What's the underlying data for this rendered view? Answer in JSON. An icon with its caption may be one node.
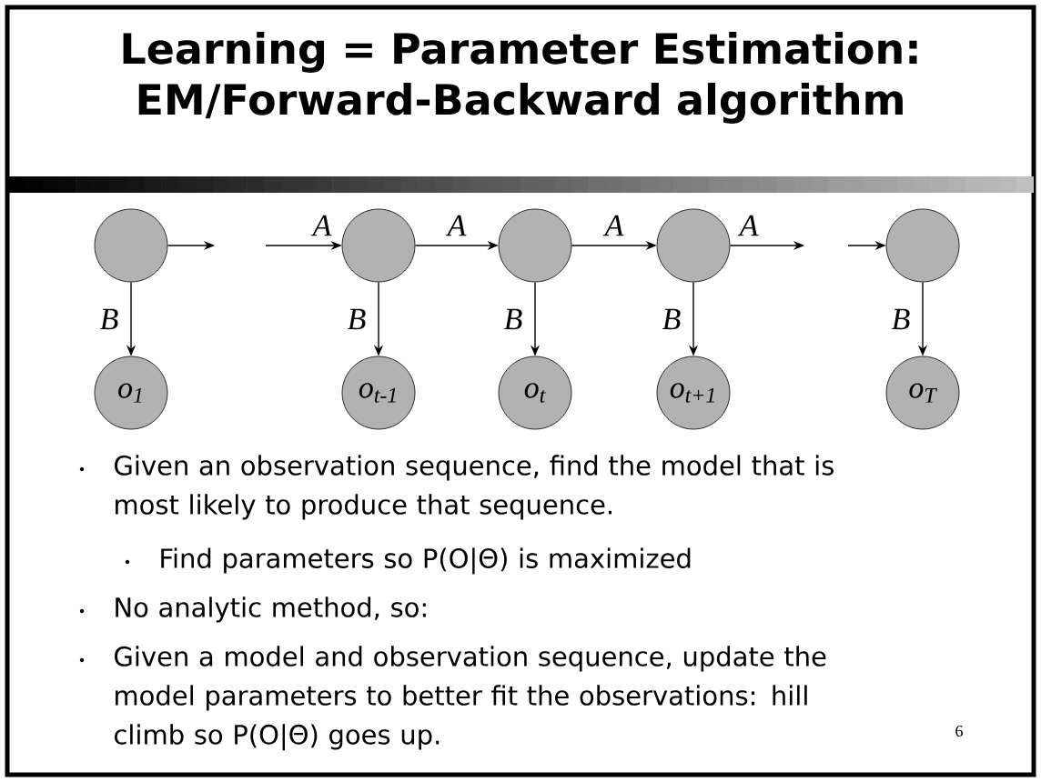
{
  "diagram": {
    "title": "Learning = Parameter Estimation: EM/Forward-Backward algorithm",
    "nodes": [
      {
        "text": [],
        "shape": "circle"
      },
      {
        "text": [],
        "shape": "circle"
      },
      {
        "text": [],
        "shape": "circle"
      },
      {
        "text": [],
        "shape": "circle"
      },
      {
        "text": [],
        "shape": "circle"
      },
      {
        "text": [
          "o$_{1}$"
        ]
      },
      {
        "text": [
          "o$_{t-1}$"
        ]
      },
      {
        "text": [
          "o$_{t}$"
        ]
      },
      {
        "text": [
          "o$_{t+1}$"
        ]
      },
      {
        "text": [
          "o$_{T}$"
        ]
      }
    ],
    "edges": [
      {
        "from": 0,
        "to": null,
        "arrow": "to"
      },
      {
        "from": null,
        "to": 1,
        "arrow": "to",
        "label": "A"
      },
      {
        "from": 1,
        "to": 2,
        "arrow": "to",
        "label": "A"
      },
      {
        "from": 2,
        "to": 3,
        "arrow": "to",
        "label": "A"
      },
      {
        "from": 3,
        "to": null,
        "arrow": "to",
        "label": "A"
      },
      {
        "from": null,
        "to": 4,
        "arrow": "to"
      },
      {
        "from": 0,
        "to": 5,
        "arrow": "to",
        "label": "B"
      },
      {
        "from": 1,
        "to": 6,
        "arrow": "to",
        "label": "B"
      },
      {
        "from": 2,
        "to": 7,
        "arrow": "to",
        "label": "B"
      },
      {
        "from": 3,
        "to": 8,
        "arrow": "to",
        "label": "B"
      },
      {
        "from": 4,
        "to": 9,
        "arrow": "to",
        "label": "B"
      }
    ],
    "labels": [
      "Given an observation sequence, find the model that is most likely to produce that sequence.",
      "Find parameters so P(O|Θ) is maximized",
      "No analytic method, so:",
      "Given a model and observation sequence, update the model parameters to better fit the observations: hill climb so P(O|Θ) goes up.",
      "6"
    ]
  }
}
